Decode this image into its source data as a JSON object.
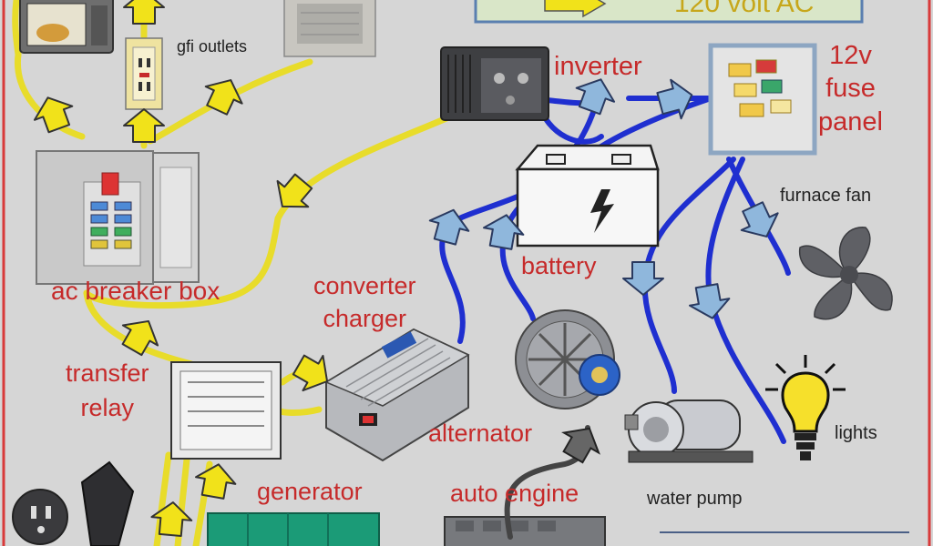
{
  "header": {
    "banner_text": "120 volt AC"
  },
  "labels": {
    "gfi_outlets": "gfi outlets",
    "inverter": "inverter",
    "fuse_panel_line1": "12v",
    "fuse_panel_line2": "fuse",
    "fuse_panel_line3": "panel",
    "furnace_fan": "furnace fan",
    "battery": "battery",
    "ac_breaker_box": "ac breaker box",
    "converter_line1": "converter",
    "converter_line2": "charger",
    "transfer_line1": "transfer",
    "transfer_line2": "relay",
    "alternator": "alternator",
    "lights": "lights",
    "generator": "generator",
    "auto_engine": "auto engine",
    "water_pump": "water pump"
  },
  "colors": {
    "ac_wire": "#e8dc2a",
    "dc_wire": "#1f2fd0",
    "label_red": "#c62a2a",
    "frame_red": "#d83a3a",
    "arrow_blue": "#8fb7dc",
    "arrow_yellow": "#f1e21a"
  }
}
